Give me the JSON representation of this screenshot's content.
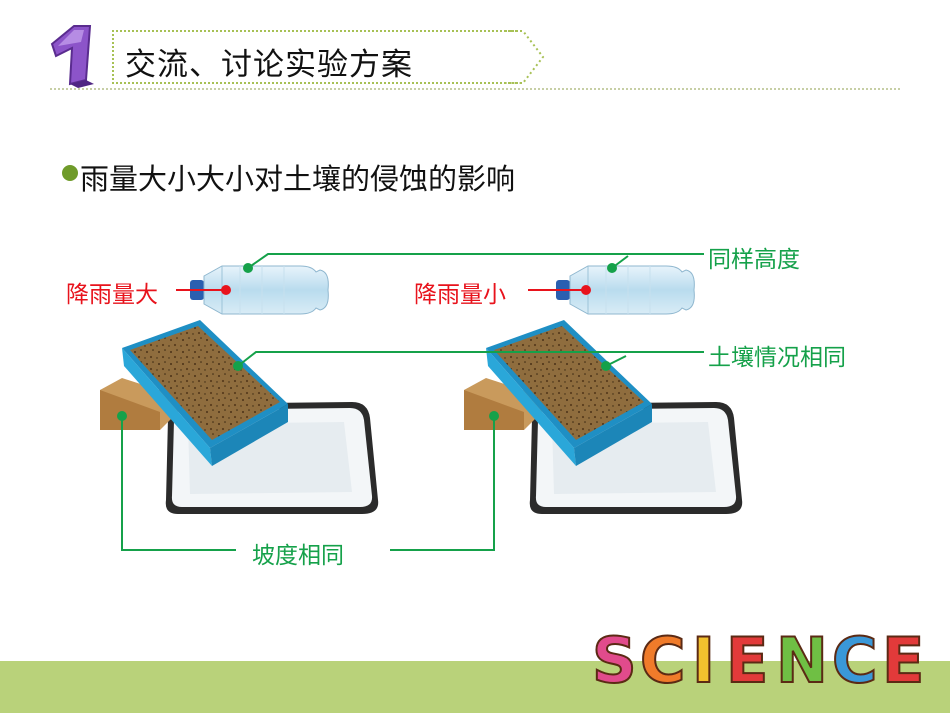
{
  "header": {
    "number": "1",
    "title": "交流、讨论实验方案"
  },
  "content": {
    "bullet_text": "雨量大小大小对土壤的侵蚀的影响"
  },
  "diagram": {
    "left_label": "降雨量大",
    "right_label": "降雨量小",
    "same_height_label": "同样高度",
    "same_soil_label": "土壤情况相同",
    "same_slope_label": "坡度相同"
  },
  "footer": {
    "logo_word": "SCIENCE"
  },
  "colors": {
    "label_green": "#15a14a",
    "label_red": "#e8131c",
    "accent_green": "#a7c155",
    "footer_bar": "#b9d27a",
    "box_blue": "#2aa7d9",
    "soil": "#8a6a3c"
  }
}
